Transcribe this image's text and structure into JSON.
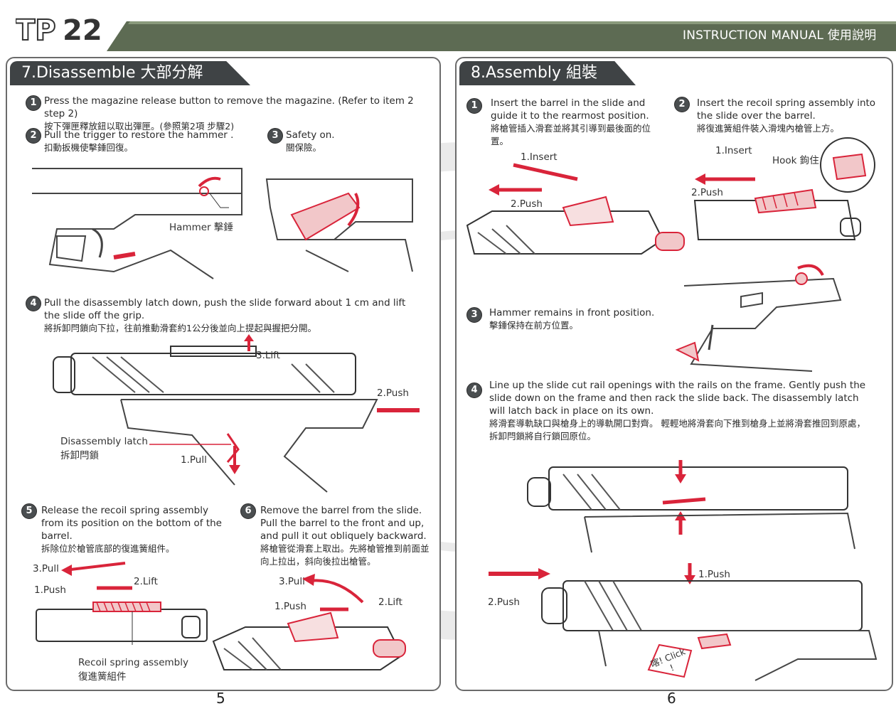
{
  "header": {
    "brand": "TP22",
    "manual_title": "INSTRUCTION MANUAL 使用說明"
  },
  "left": {
    "title": "7.Disassemble 大部分解",
    "steps": [
      {
        "n": "1",
        "en": "Press the magazine release button to remove the magazine. (Refer to item 2 step 2)",
        "zh": "按下彈匣釋放鈕以取出彈匣。(參照第2項 步驟2)"
      },
      {
        "n": "2",
        "en": "Pull the trigger to restore the hammer .",
        "zh": "扣動扳機使擊錘回復。"
      },
      {
        "n": "3",
        "en": "Safety on.",
        "zh": "關保險。"
      },
      {
        "n": "4",
        "en": "Pull the disassembly latch down, push the slide forward about 1 cm and lift the slide off the grip.",
        "zh": "將拆卸閂鎖向下拉，往前推動滑套約1公分後並向上提起與握把分開。"
      },
      {
        "n": "5",
        "en": "Release the recoil spring assembly from its position on the bottom of the barrel.",
        "zh": "拆除位於槍管底部的復進簧組件。"
      },
      {
        "n": "6",
        "en": "Remove the barrel from the slide. Pull the barrel to the front and up, and pull it out obliquely backward.",
        "zh": "將槍管從滑套上取出。先將槍管推到前面並向上拉出，斜向後拉出槍管。"
      }
    ],
    "labels": {
      "hammer": "Hammer 擊錘",
      "lift3": "3.Lift",
      "push2": "2.Push",
      "latch_en": "Disassembly latch",
      "latch_zh": "拆卸閂鎖",
      "pull1": "1.Pull",
      "s5_pull": "3.Pull",
      "s5_lift": "2.Lift",
      "s5_push": "1.Push",
      "recoil_en": "Recoil spring assembly",
      "recoil_zh": "復進簧組件",
      "s6_pull": "3.Pull",
      "s6_push": "1.Push",
      "s6_lift": "2.Lift"
    },
    "page": "5"
  },
  "right": {
    "title": "8.Assembly 組裝",
    "steps": [
      {
        "n": "1",
        "en": "Insert the barrel in the slide and guide it to the rearmost position.",
        "zh": "將槍管插入滑套並將其引導到最後面的位置。"
      },
      {
        "n": "2",
        "en": "Insert the recoil spring assembly into the slide over the barrel.",
        "zh": "將復進簧組件裝入滑塊內槍管上方。"
      },
      {
        "n": "3",
        "en": "Hammer remains in front position.",
        "zh": "擊錘保持在前方位置。"
      },
      {
        "n": "4",
        "en": "Line up the slide cut rail openings with the rails on the frame. Gently push the slide down on the frame and then rack the slide back. The disassembly latch will latch back in place on its own.",
        "zh": "將滑套導軌缺口與槍身上的導軌開口對齊。 輕輕地將滑套向下推到槍身上並將滑套推回到原處，拆卸閂鎖將自行鎖回原位。"
      }
    ],
    "labels": {
      "s1_insert": "1.Insert",
      "s1_push": "2.Push",
      "s2_insert": "1.Insert",
      "s2_hook": "Hook 鉤住",
      "s2_push": "2.Push",
      "s4_push1": "1.Push",
      "s4_push2": "2.Push",
      "click": "喀! Click !"
    },
    "page": "6"
  },
  "colors": {
    "accent_red": "#e0202a",
    "header_dark": "#3f4345",
    "band_green": "#5d6b53"
  }
}
